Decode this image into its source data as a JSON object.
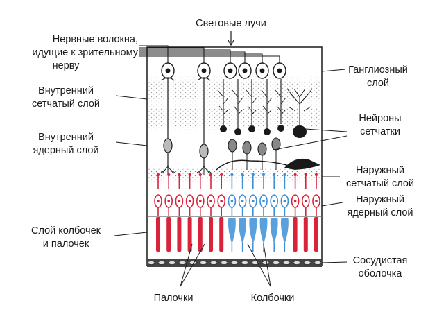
{
  "labels": {
    "light_rays": "Световые лучи",
    "nerve_fibers": [
      "Нервные волокна,",
      "идущие к зрительному",
      "нерву"
    ],
    "inner_plexiform": [
      "Внутренний",
      "сетчатый слой"
    ],
    "inner_nuclear": [
      "Внутренний",
      "ядерный слой"
    ],
    "rods_cones_layer": [
      "Слой колбочек",
      "и палочек"
    ],
    "rods": "Палочки",
    "cones": "Колбочки",
    "ganglion_layer": [
      "Ганглиозный",
      "слой"
    ],
    "retina_neurons": [
      "Нейроны",
      "сетчатки"
    ],
    "outer_plexiform": [
      "Наружный",
      "сетчатый слой"
    ],
    "outer_nuclear": [
      "Наружный",
      "ядерный слой"
    ],
    "choroid": [
      "Сосудистая",
      "оболочка"
    ]
  },
  "colors": {
    "rod": "#d9233b",
    "cone": "#3d8fd6",
    "ink": "#1a1a1a"
  },
  "photoreceptors": [
    "rod",
    "rod",
    "rod",
    "rod",
    "rod",
    "rod",
    "rod",
    "cone",
    "cone",
    "cone",
    "cone",
    "cone",
    "cone",
    "rod",
    "rod",
    "rod"
  ]
}
